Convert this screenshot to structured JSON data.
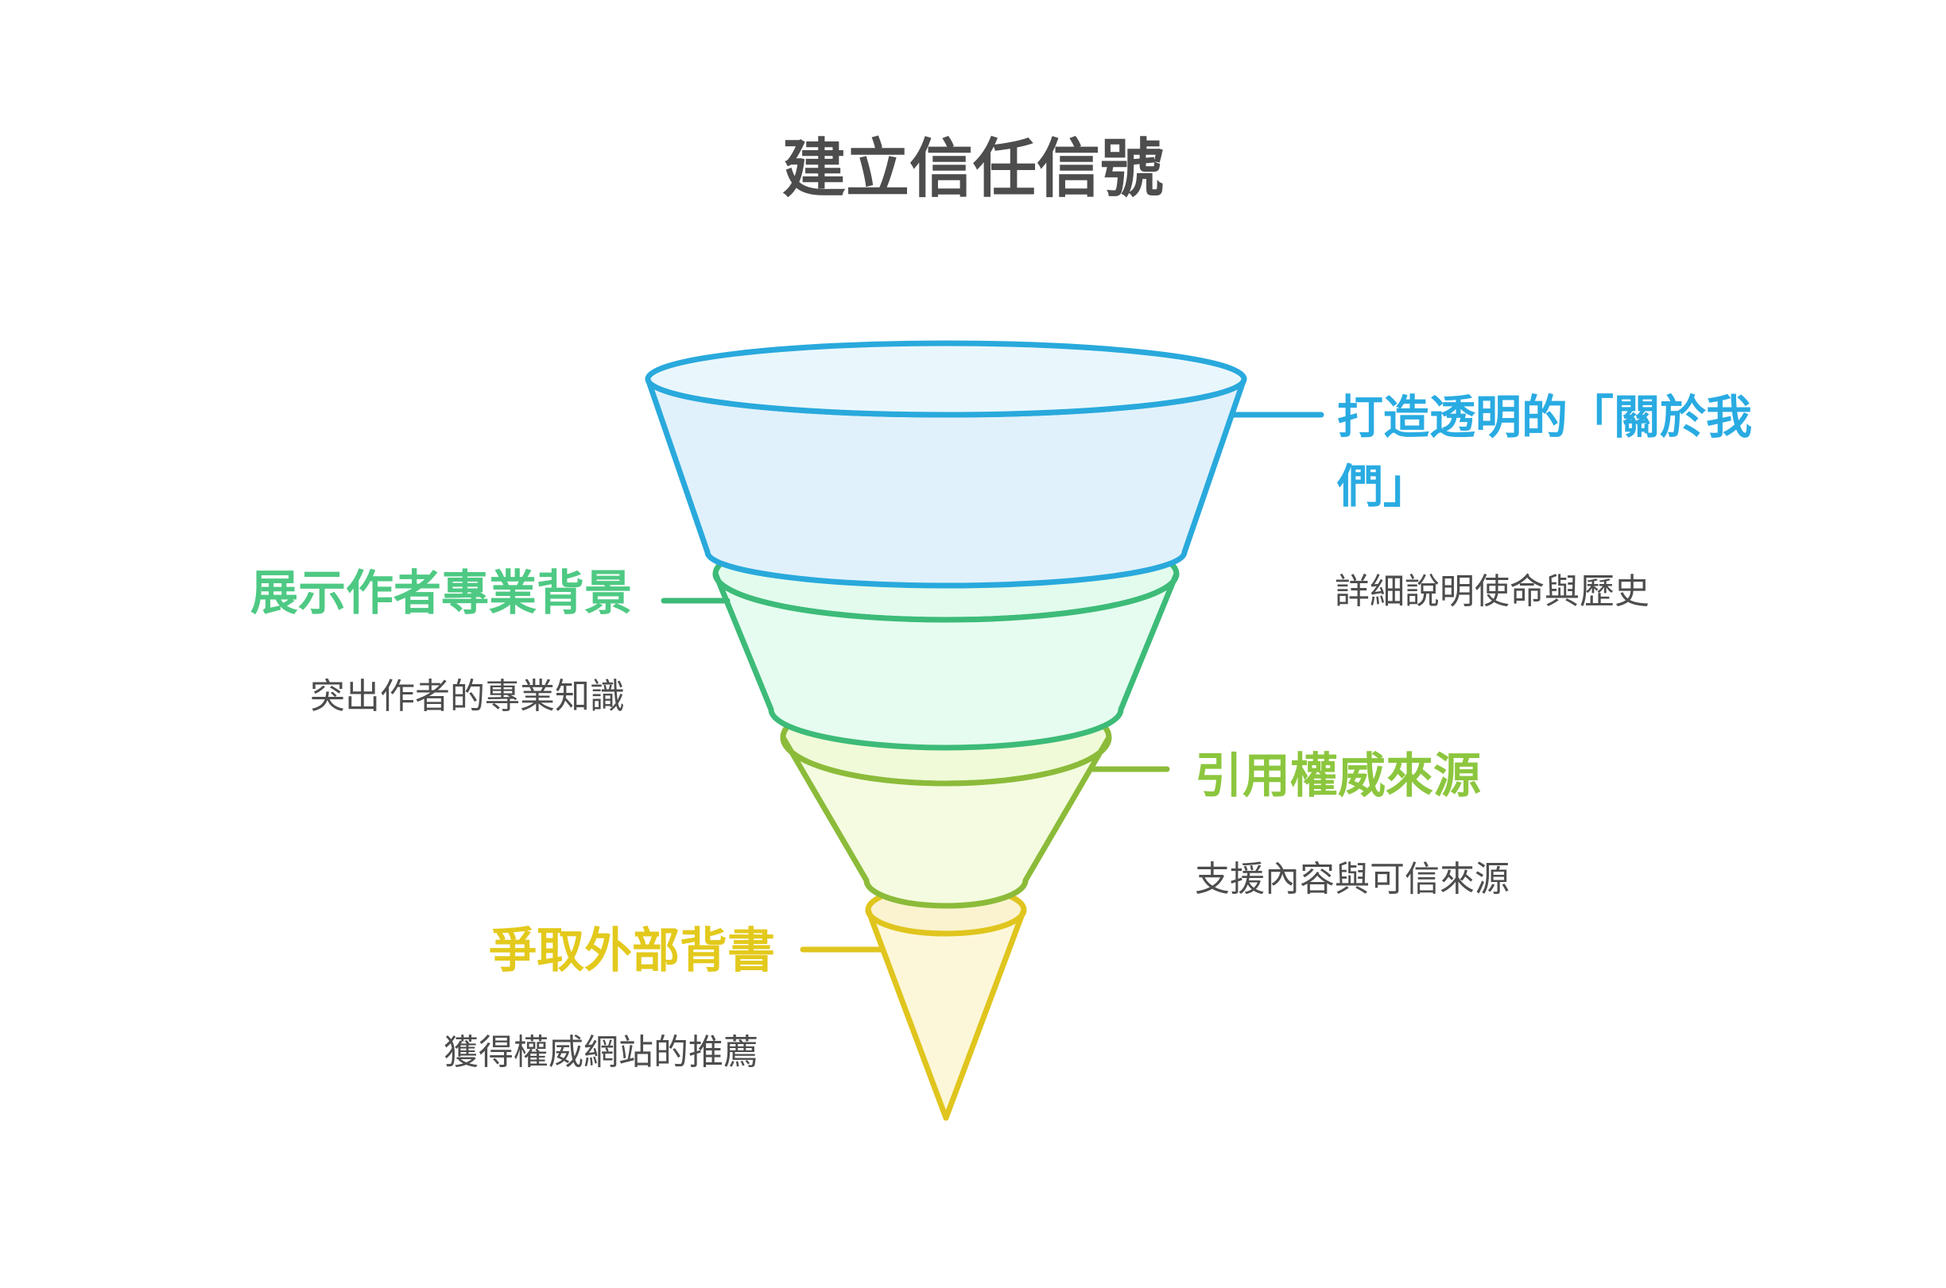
{
  "title": "建立信任信號",
  "colors": {
    "background": "#ffffff",
    "title_text": "#4d4d4d",
    "subtitle_text": "#4d4d4d"
  },
  "stages": [
    {
      "id": "about-us",
      "label": "打造透明的「關於我們」",
      "sublabel": "詳細說明使命與歷史",
      "label_side": "right",
      "label_color": "#29abe2",
      "stroke": "#29a9dc",
      "fill_top": "#e9f7fd",
      "fill_body": "#e0f1fb"
    },
    {
      "id": "author-expertise",
      "label": "展示作者專業背景",
      "sublabel": "突出作者的專業知識",
      "label_side": "left",
      "label_color": "#4ec983",
      "stroke": "#3dbb78",
      "fill_top": "#e2fbed",
      "fill_body": "#e6fcf0"
    },
    {
      "id": "authoritative-sources",
      "label": "引用權威來源",
      "sublabel": "支援內容與可信來源",
      "label_side": "right",
      "label_color": "#8cc63e",
      "stroke": "#8cbb3a",
      "fill_top": "#f0fad8",
      "fill_body": "#f4fbe0"
    },
    {
      "id": "external-endorsement",
      "label": "爭取外部背書",
      "sublabel": "獲得權威網站的推薦",
      "label_side": "left",
      "label_color": "#e3c91c",
      "stroke": "#e0c51e",
      "fill_top": "#fbf3cf",
      "fill_body": "#fdf7d9"
    }
  ]
}
